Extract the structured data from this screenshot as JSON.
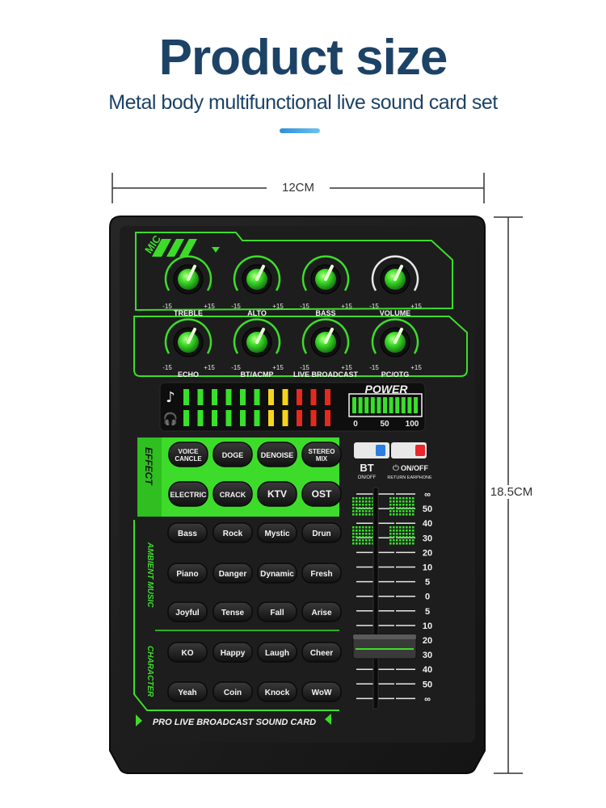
{
  "header": {
    "title": "Product size",
    "subtitle": "Metal body multifunctional live sound card set"
  },
  "dimensions": {
    "width_label": "12CM",
    "height_label": "18.5CM"
  },
  "device": {
    "mic_label": "MIC",
    "knob_row_1": [
      {
        "label": "TREBLE",
        "min": "-15",
        "max": "+15"
      },
      {
        "label": "ALTO",
        "min": "-15",
        "max": "+15"
      },
      {
        "label": "BASS",
        "min": "-15",
        "max": "+15"
      },
      {
        "label": "VOLUME",
        "min": "-15",
        "max": "+15"
      }
    ],
    "knob_row_2": [
      {
        "label": "ECHO",
        "min": "-15",
        "max": "+15"
      },
      {
        "label": "BT/ACMP",
        "min": "-15",
        "max": "+15"
      },
      {
        "label": "LIVE BROADCAST",
        "min": "-15",
        "max": "+15"
      },
      {
        "label": "PC/OTG",
        "min": "-15",
        "max": "+15"
      }
    ],
    "meter": {
      "power_label": "POWER",
      "scale": [
        "0",
        "50",
        "100"
      ],
      "segment_colors": [
        "#37e02a",
        "#37e02a",
        "#37e02a",
        "#37e02a",
        "#37e02a",
        "#37e02a",
        "#f5d51c",
        "#f5d51c",
        "#e5291f",
        "#e5291f",
        "#e5291f"
      ]
    },
    "effect_label": "EFFECT",
    "effect_buttons": [
      {
        "line1": "VOICE",
        "line2": "CANCLE"
      },
      {
        "line1": "DOGE",
        "line2": ""
      },
      {
        "line1": "DENOISE",
        "line2": ""
      },
      {
        "line1": "STEREO",
        "line2": "MIX"
      },
      {
        "line1": "ELECTRIC",
        "line2": ""
      },
      {
        "line1": "CRACK",
        "line2": ""
      },
      {
        "line1": "KTV",
        "line2": ""
      },
      {
        "line1": "OST",
        "line2": ""
      }
    ],
    "ambient_label": "AMBIENT MUSIC",
    "ambient_buttons": [
      "Bass",
      "Rock",
      "Mystic",
      "Drun",
      "Piano",
      "Danger",
      "Dynamic",
      "Fresh",
      "Joyful",
      "Tense",
      "Fall",
      "Arise"
    ],
    "character_label": "CHARACTER",
    "character_buttons": [
      "KO",
      "Happy",
      "Laugh",
      "Cheer",
      "Yeah",
      "Coin",
      "Knock",
      "WoW"
    ],
    "switches": {
      "bt_label": "BT",
      "bt_sub": "ON/OFF",
      "onoff_label": "ON/OFF",
      "onoff_sub": "RETURN EARPHONE",
      "bt_color": "#2b7de0",
      "onoff_color": "#e8262b"
    },
    "fader_scale": [
      "∞",
      "50",
      "40",
      "30",
      "20",
      "10",
      "5",
      "0",
      "5",
      "10",
      "20",
      "30",
      "40",
      "50",
      "∞"
    ],
    "footer_label": "PRO LIVE BROADCAST SOUND CARD"
  },
  "colors": {
    "accent_green": "#3ddc2a",
    "title_blue": "#1c4266",
    "body": "#1b1b1b"
  }
}
